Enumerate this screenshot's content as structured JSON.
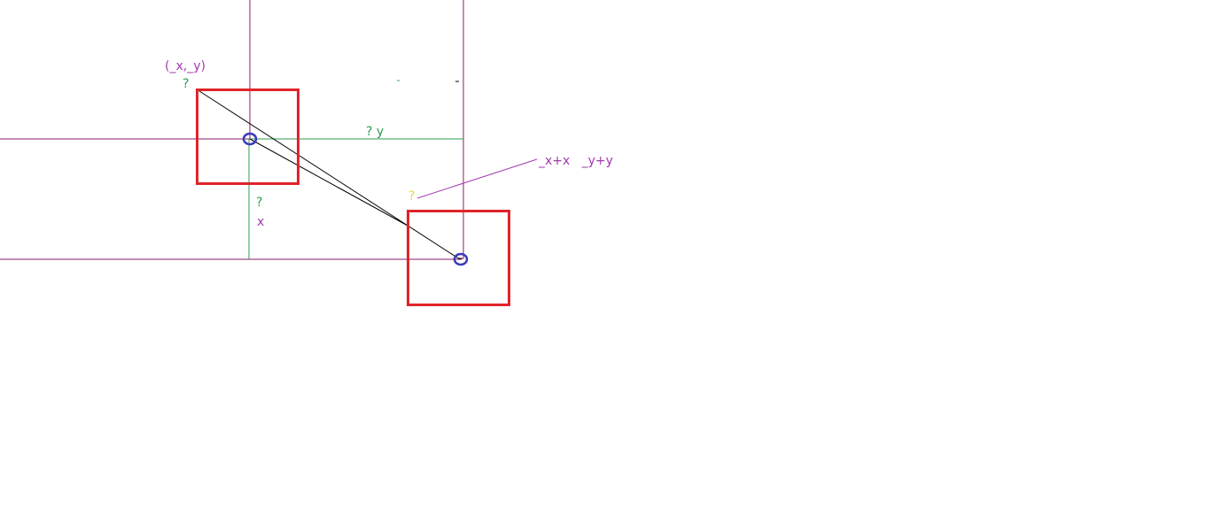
{
  "colors": {
    "background": "#ffffff",
    "guide": "#8b1a6b",
    "measure": "#2e9e4f",
    "box": "#e0242a",
    "joint": "#3a3ab8",
    "rod": "#000000",
    "callout": "#a23ab0",
    "marker": "#e8d84a"
  },
  "labels": {
    "origin": "(_x,_y)",
    "origin_q": "?",
    "y_q": "? y",
    "x_q": "?",
    "x_name": "x",
    "end_q": "?",
    "end": "_x+x   _y+y"
  }
}
